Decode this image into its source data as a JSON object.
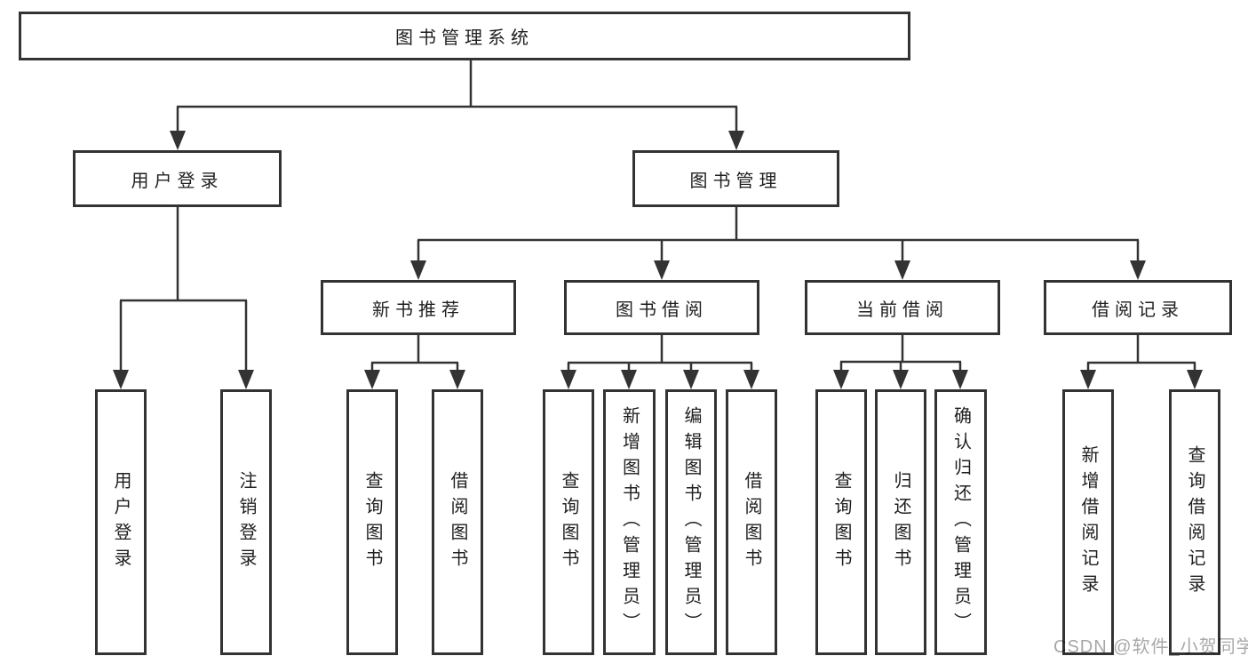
{
  "tree": {
    "label": "图书管理系统",
    "children": [
      {
        "label": "用户登录",
        "children": [
          {
            "label": "用户登录"
          },
          {
            "label": "注销登录"
          }
        ]
      },
      {
        "label": "图书管理",
        "children": [
          {
            "label": "新书推荐",
            "children": [
              {
                "label": "查询图书"
              },
              {
                "label": "借阅图书"
              }
            ]
          },
          {
            "label": "图书借阅",
            "children": [
              {
                "label": "查询图书"
              },
              {
                "label": "新增图书（管理员）"
              },
              {
                "label": "编辑图书（管理员）"
              },
              {
                "label": "借阅图书"
              }
            ]
          },
          {
            "label": "当前借阅",
            "children": [
              {
                "label": "查询图书"
              },
              {
                "label": "归还图书"
              },
              {
                "label": "确认归还（管理员）"
              }
            ]
          },
          {
            "label": "借阅记录",
            "children": [
              {
                "label": "新增借阅记录"
              },
              {
                "label": "查询借阅记录"
              }
            ]
          }
        ]
      }
    ]
  },
  "watermark": "CSDN @软件_小贺同学",
  "colors": {
    "line": "#333333",
    "text": "#1f1f1f",
    "background": "#ffffff",
    "watermark": "#a8a8a8"
  }
}
